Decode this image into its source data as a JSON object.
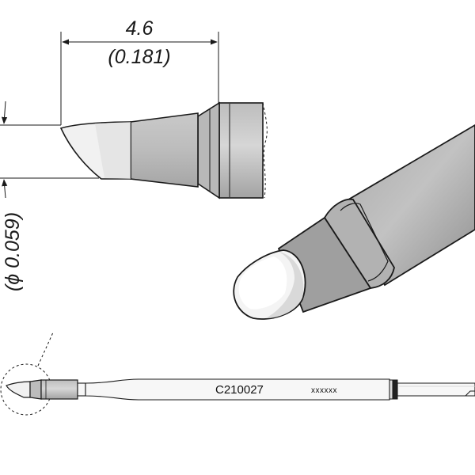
{
  "dimensions": {
    "length_mm": "4.6",
    "length_in": "(0.181)",
    "diameter_in": "(ϕ 0.059)"
  },
  "part": {
    "number": "C210027",
    "code": "xxxxxx"
  },
  "colors": {
    "outline": "#1a1a1a",
    "body_light": "#d0d0d0",
    "body_mid": "#b4b4b4",
    "body_dark": "#8e8e8e",
    "tip_face": "#f4f4f4",
    "handle_fill": "#f7f7f7"
  }
}
